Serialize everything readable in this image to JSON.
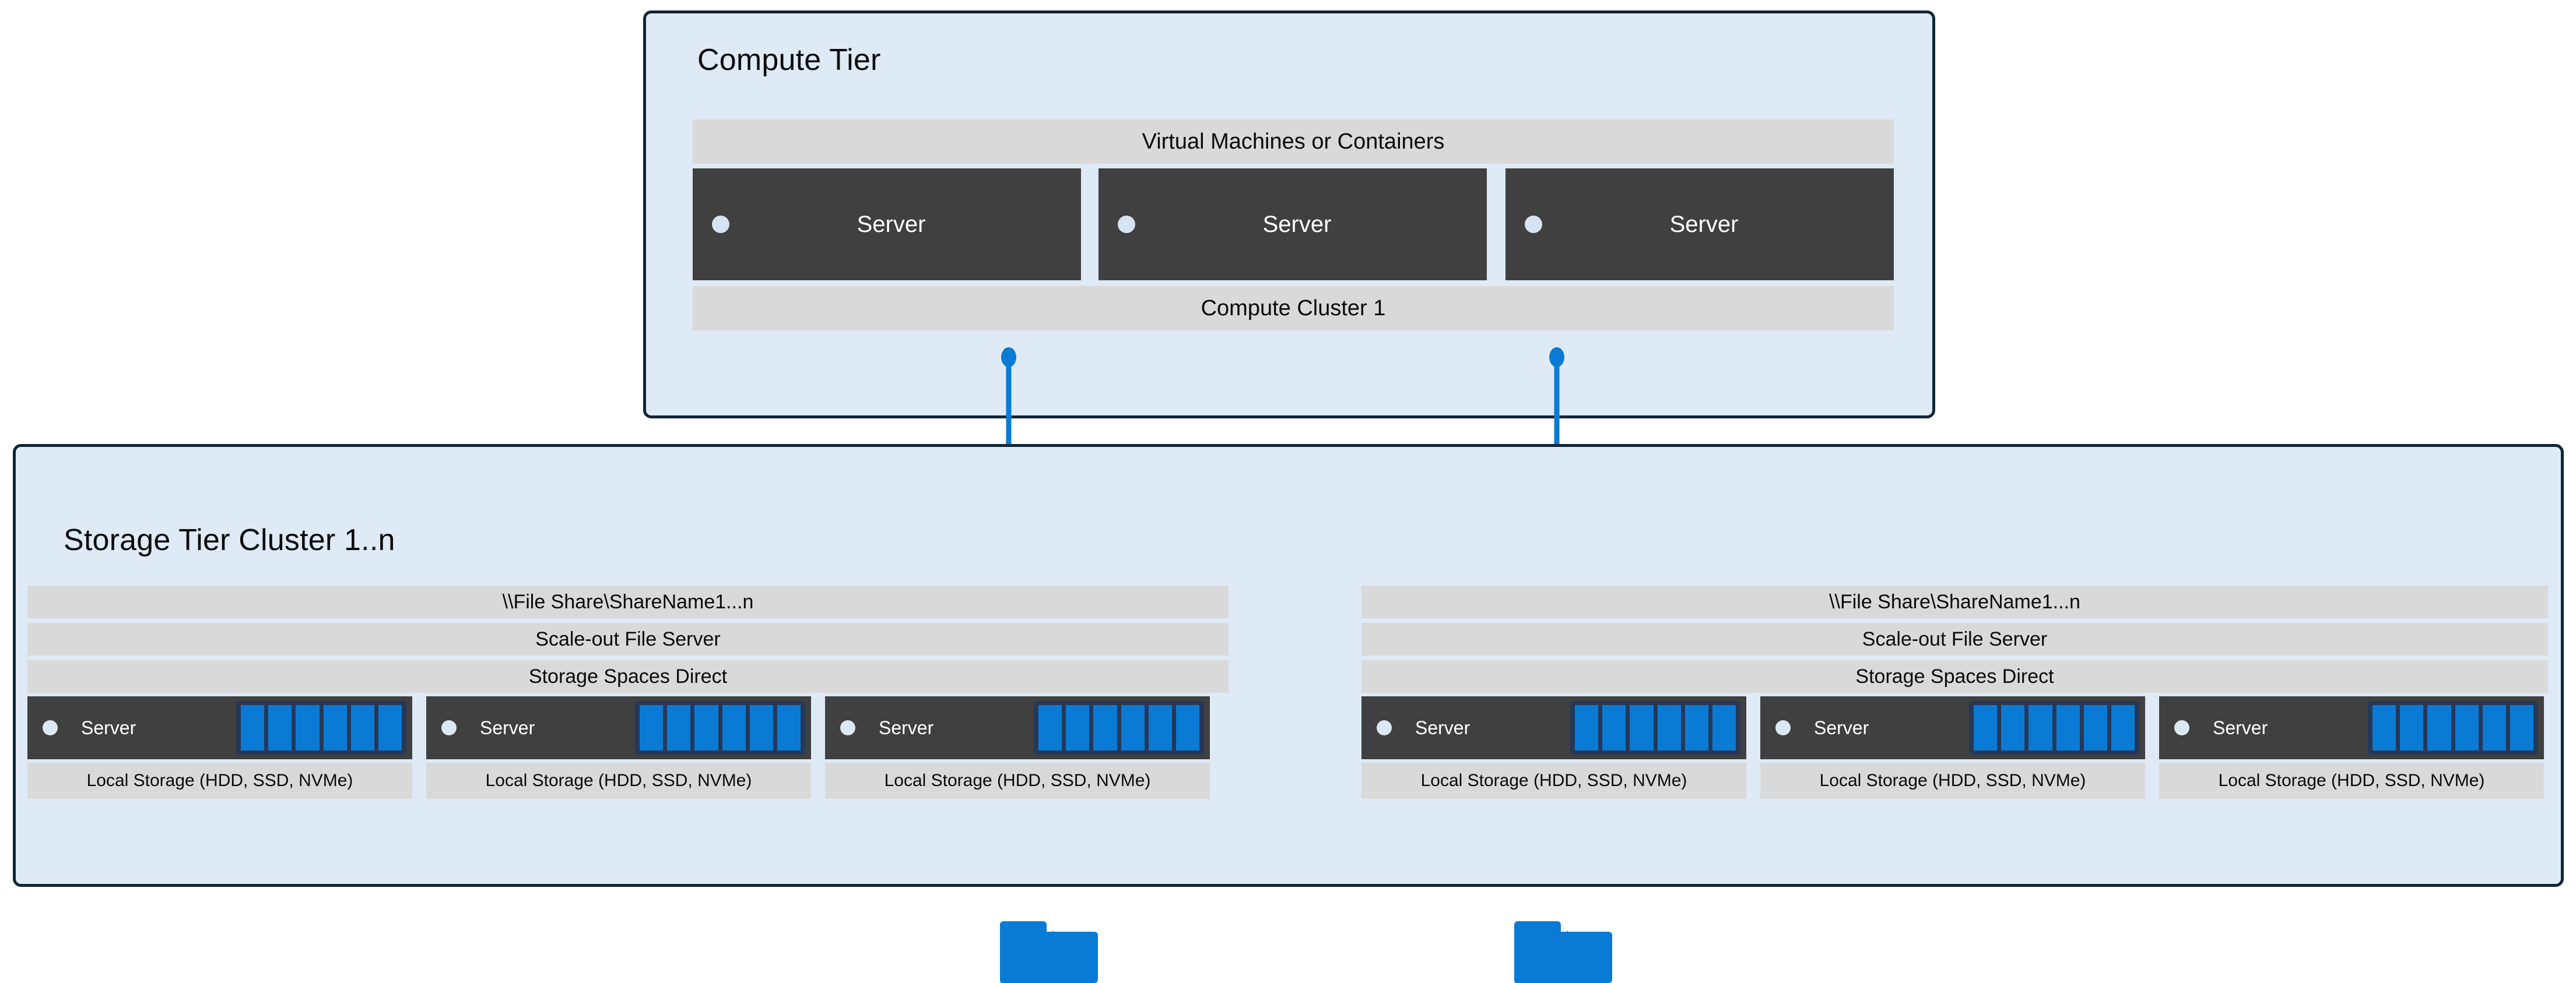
{
  "diagram": {
    "colors": {
      "panel_background": "#DEEAF6",
      "panel_border": "#0F2535",
      "bar_gray": "#D9D9D9",
      "server_dark": "#404040",
      "accent_blue": "#0A7BD4",
      "drive_frame_navy": "#253858",
      "server_dot": "#D6E4F2",
      "text_dark": "#0A0A0A",
      "text_light": "#FFFFFF"
    }
  },
  "compute_tier": {
    "title": "Compute Tier",
    "top_bar_label": "Virtual Machines or Containers",
    "bottom_bar_label": "Compute Cluster 1",
    "servers": [
      {
        "label": "Server"
      },
      {
        "label": "Server"
      },
      {
        "label": "Server"
      }
    ]
  },
  "storage_tier": {
    "title": "Storage Tier Cluster 1..n",
    "clusters": [
      {
        "file_share_label": "\\\\File Share\\ShareName1...n",
        "scale_out_label": "Scale-out File Server",
        "storage_spaces_label": "Storage Spaces Direct",
        "nodes": [
          {
            "server_label": "Server",
            "local_storage_label": "Local Storage (HDD, SSD, NVMe)",
            "drive_count": 6
          },
          {
            "server_label": "Server",
            "local_storage_label": "Local Storage (HDD, SSD, NVMe)",
            "drive_count": 6
          },
          {
            "server_label": "Server",
            "local_storage_label": "Local Storage (HDD, SSD, NVMe)",
            "drive_count": 6
          }
        ]
      },
      {
        "file_share_label": "\\\\File Share\\ShareName1...n",
        "scale_out_label": "Scale-out File Server",
        "storage_spaces_label": "Storage Spaces Direct",
        "nodes": [
          {
            "server_label": "Server",
            "local_storage_label": "Local Storage (HDD, SSD, NVMe)",
            "drive_count": 6
          },
          {
            "server_label": "Server",
            "local_storage_label": "Local Storage (HDD, SSD, NVMe)",
            "drive_count": 6
          },
          {
            "server_label": "Server",
            "local_storage_label": "Local Storage (HDD, SSD, NVMe)",
            "drive_count": 6
          }
        ]
      }
    ]
  },
  "connectors": [
    {
      "icon": "folder-icon"
    },
    {
      "icon": "folder-icon"
    }
  ]
}
